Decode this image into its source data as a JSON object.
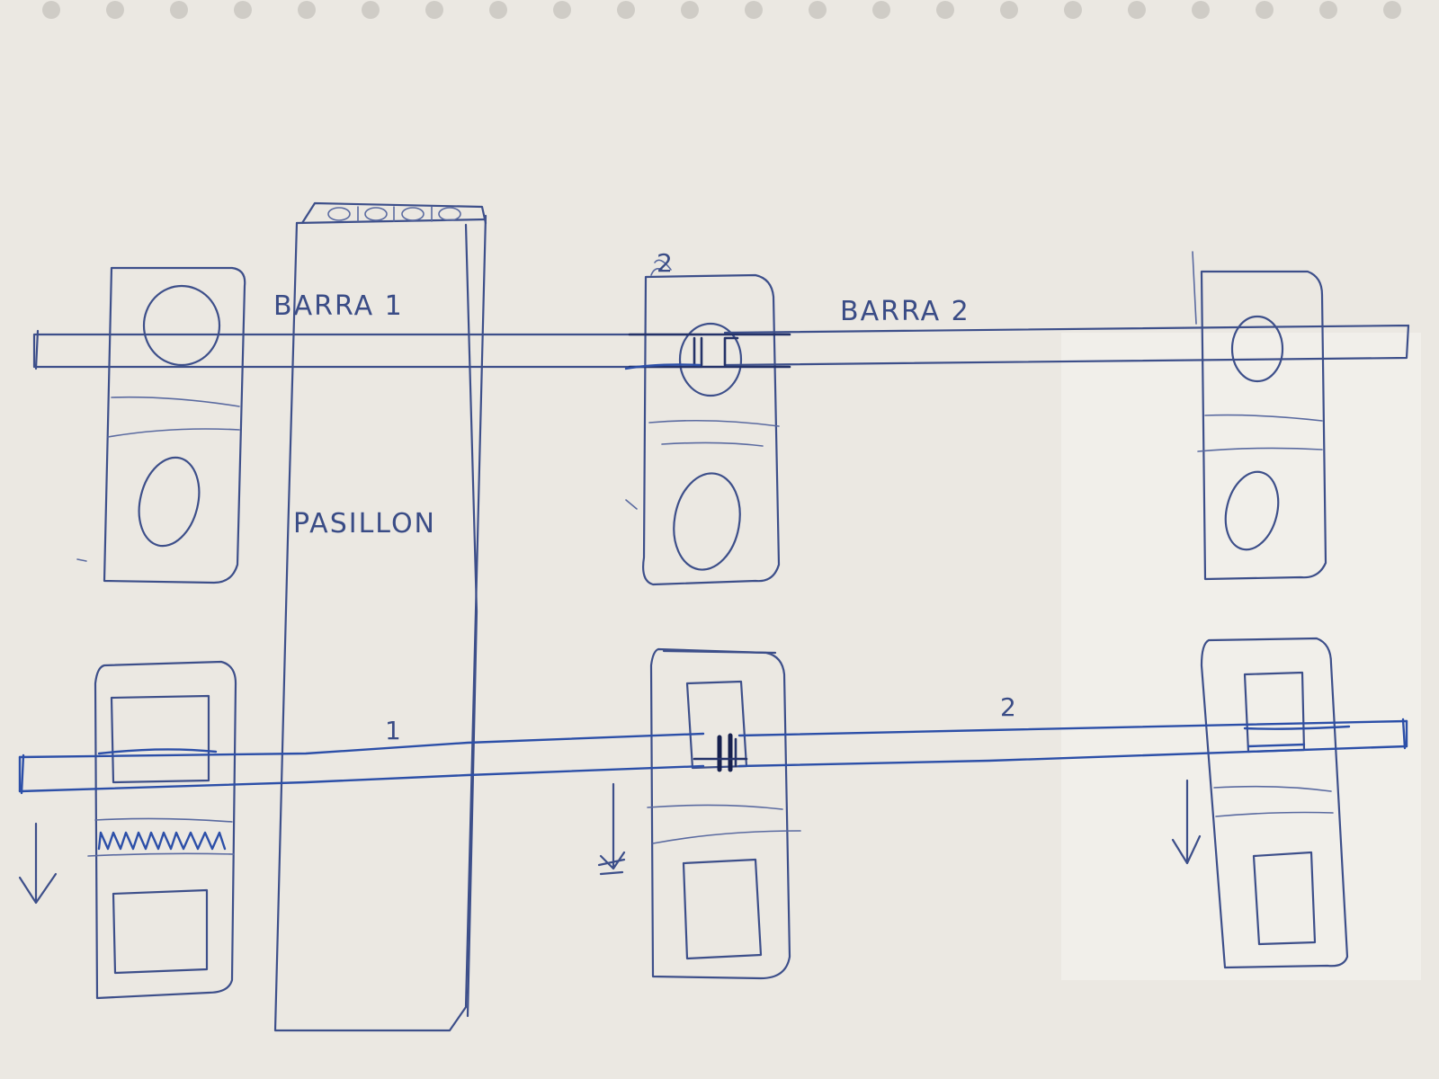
{
  "labels": {
    "bar_1": "BARRA 1",
    "bar_2": "BARRA 2",
    "corridor": "PASILLON",
    "lower_segment_1": "1",
    "lower_segment_2": "2",
    "upper_marker_2": "2"
  },
  "colors": {
    "paper": "#ebe8e2",
    "pencil_ink": "#3d4f8a",
    "blue_ink": "#2c4fa8",
    "dark_ink": "#16204d"
  }
}
